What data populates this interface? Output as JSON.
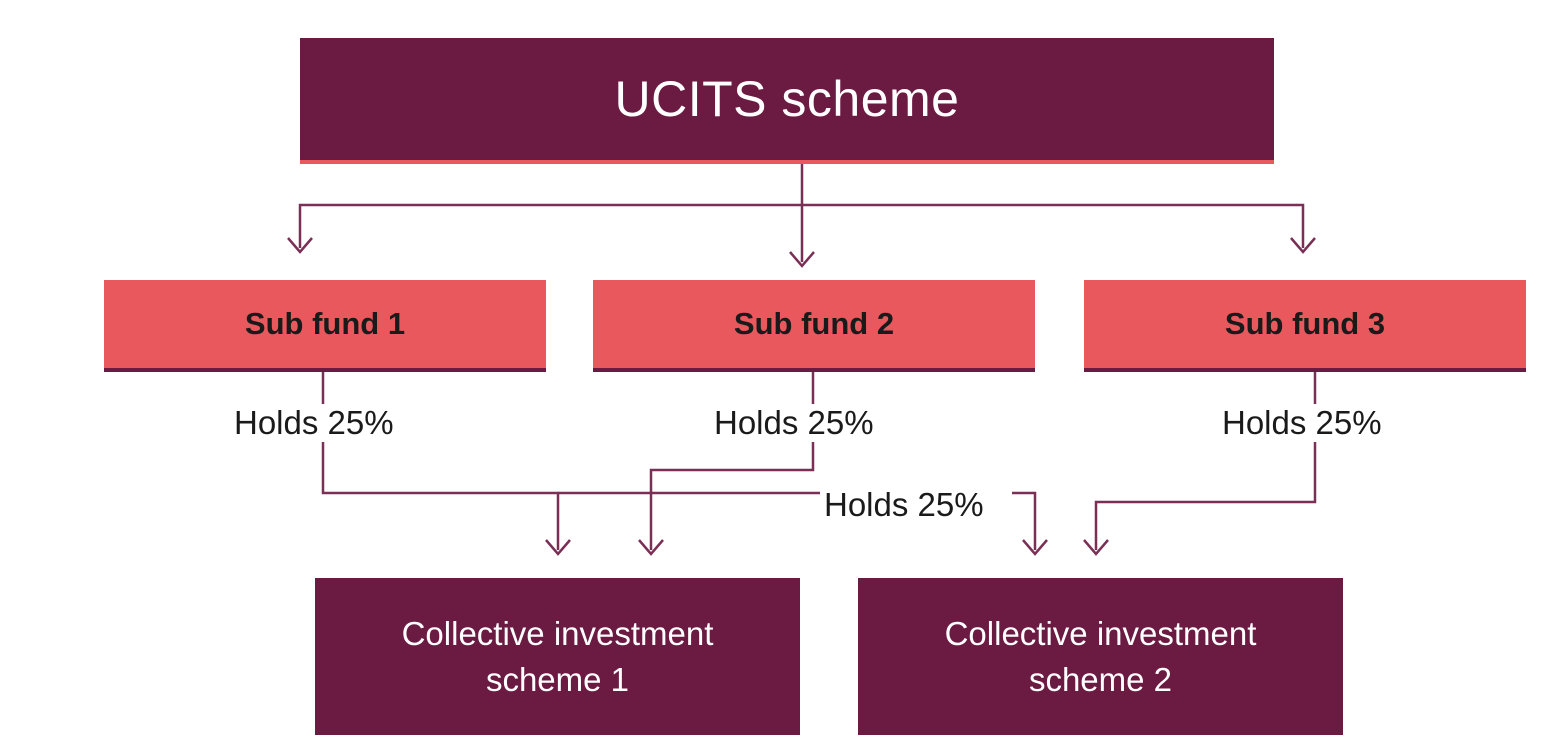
{
  "scheme": {
    "title": "UCITS scheme"
  },
  "sub_funds": [
    {
      "label": "Sub fund 1"
    },
    {
      "label": "Sub fund 2"
    },
    {
      "label": "Sub fund 3"
    }
  ],
  "holdings": [
    {
      "label": "Holds 25%"
    },
    {
      "label": "Holds 25%"
    },
    {
      "label": "Holds 25%"
    },
    {
      "label": "Holds 25%"
    }
  ],
  "schemes": [
    {
      "line1": "Collective investment",
      "line2": "scheme 1"
    },
    {
      "line1": "Collective investment",
      "line2": "scheme 2"
    }
  ],
  "colors": {
    "dark": "#6b1a42",
    "coral": "#e8585c",
    "line": "#7a2f55"
  }
}
